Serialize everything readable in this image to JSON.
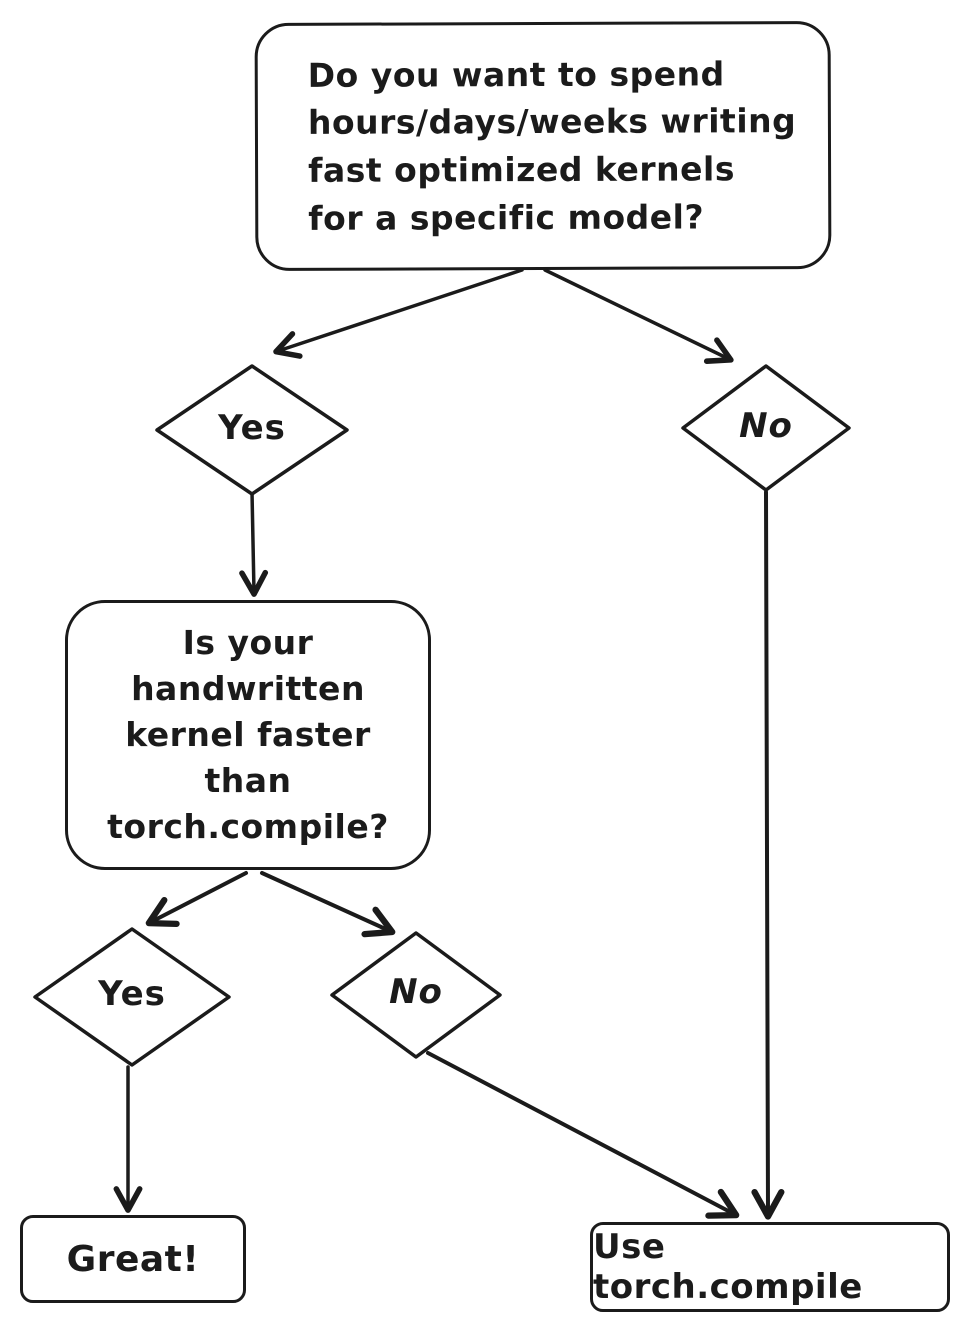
{
  "diagram": {
    "title": "torch.compile decision flowchart",
    "colors": {
      "stroke": "#1b1b1b",
      "background": "#ffffff"
    },
    "nodes": {
      "q1": {
        "lines": {
          "0": "Do you want to spend",
          "1": "hours/days/weeks writing",
          "2": "fast optimized kernels",
          "3": "for a specific model?"
        }
      },
      "yes1": {
        "label": "Yes"
      },
      "no1": {
        "label": "No"
      },
      "q2": {
        "lines": {
          "0": "Is your",
          "1": "handwritten",
          "2": "kernel faster",
          "3": "than",
          "4": "torch.compile?"
        }
      },
      "yes2": {
        "label": "Yes"
      },
      "no2": {
        "label": "No"
      },
      "great": {
        "label": "Great!"
      },
      "use_compile": {
        "label": "Use torch.compile"
      }
    }
  }
}
